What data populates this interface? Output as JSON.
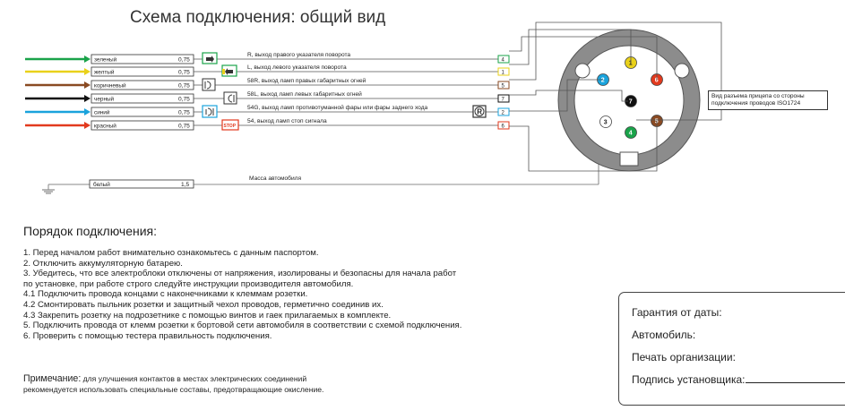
{
  "title": "Схема подключения: общий вид",
  "wires": [
    {
      "name": "зеленый",
      "gauge": "0,75",
      "function": "R, выход правого указателя поворота",
      "terminal": "4",
      "color": "#1aa34a"
    },
    {
      "name": "желтый",
      "gauge": "0,75",
      "function": "L, выход  левого указателя поворота",
      "terminal": "1",
      "color": "#e9d11a"
    },
    {
      "name": "коричневый",
      "gauge": "0,75",
      "function": "58R, выход ламп правых габаритных огней",
      "terminal": "5",
      "color": "#8a4a22"
    },
    {
      "name": "черный",
      "gauge": "0,75",
      "function": "58L, выход ламп левых габаритных огней",
      "terminal": "7",
      "color": "#111111"
    },
    {
      "name": "синий",
      "gauge": "0,75",
      "function": "54G, выход ламп противотуманной фары или фары заднего хода",
      "terminal": "2",
      "color": "#1aa3dc"
    },
    {
      "name": "красный",
      "gauge": "0,75",
      "function": "54, выход ламп стоп сигнала",
      "terminal": "6",
      "color": "#e23a1e"
    }
  ],
  "ground": {
    "name": "белый",
    "gauge": "1,5",
    "function": "Масса автомобиля"
  },
  "stop_label": "STOP",
  "fog_symbol": "R",
  "connector": {
    "pins": [
      {
        "num": "1",
        "color": "#e9d11a"
      },
      {
        "num": "2",
        "color": "#1aa3dc"
      },
      {
        "num": "3",
        "color": "#ffffff"
      },
      {
        "num": "4",
        "color": "#1aa34a"
      },
      {
        "num": "5",
        "color": "#8a4a22"
      },
      {
        "num": "6",
        "color": "#e23a1e"
      },
      {
        "num": "7",
        "color": "#111111"
      }
    ],
    "description": "Вид разъема прицепа со стороны подключения проводов ISO1724"
  },
  "procedure": {
    "title": "Порядок подключения:",
    "steps": [
      "1. Перед началом работ внимательно ознакомьтесь с данным паспортом.",
      "2. Отключить аккумуляторную батарею.",
      "3. Убедитесь, что все электроблоки отключены от напряжения, изолированы и безопасны для начала работ",
      "по установке, при  работе строго следуйте инструкции производителя автомобиля.",
      "4.1 Подключить провода концами с наконечниками к клеммам розетки.",
      "4.2 Смонтировать пыльник розетки и защитный чехол проводов, герметично соединив их.",
      "4.3 Закрепить розетку на подрозетнике с помощью винтов и гаек прилагаемых в комплекте.",
      "5. Подключить провода от клемм розетки к бортовой сети автомобиля в соответствии с схемой подключения.",
      "6. Проверить с помощью тестера правильность подключения."
    ],
    "note_label": "Примечание:",
    "note_line1": " для улучшения контактов в местах электрических соединений",
    "note_line2": "рекомендуется  использовать специальные составы, предотвращающие окисление."
  },
  "warranty": {
    "date": "Гарантия от даты:",
    "car": "Автомобиль:",
    "stamp": "Печать организации:",
    "signature": "Подпись установщика:"
  }
}
